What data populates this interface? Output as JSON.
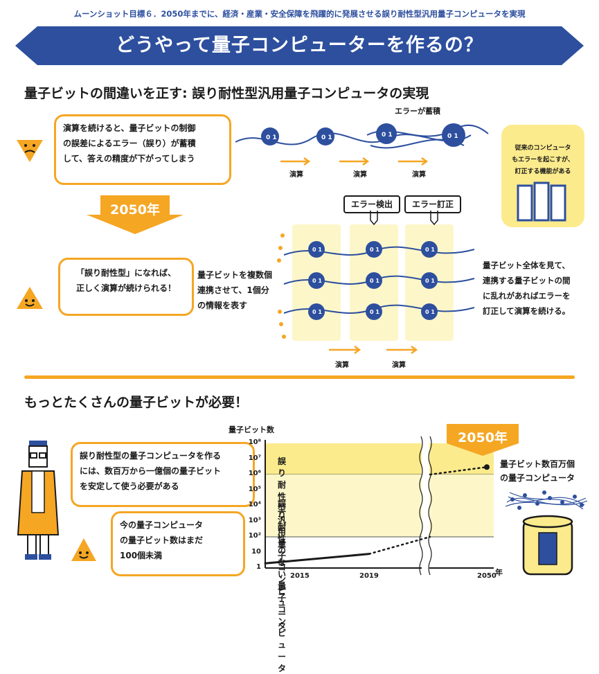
{
  "header": {
    "subtitle": "ムーンショット目標６．2050年までに、経済・産業・安全保障を飛躍的に発展させる誤り耐性型汎用量子コンピュータを実現",
    "title": "どうやって量子コンピューターを作るの？"
  },
  "section1": {
    "title": "量子ビットの間違いを正す: 誤り耐性型汎用量子コンピュータの実現",
    "bubble1": [
      "演算を続けると、量子ビットの制御",
      "の誤差によるエラー（誤り）が蓄積",
      "して、答えの精度が下がってしまう"
    ],
    "error_accumulation": "エラーが蓄積",
    "operation": "演算",
    "classical_note": [
      "従来のコンピュータ",
      "もエラーを起こすが、",
      "訂正する機能がある"
    ],
    "year_arrow": "2050年",
    "error_detect": "エラー検出",
    "error_correct": "エラー訂正",
    "bubble2": [
      "「誤り耐性型」になれば、",
      "正しく演算が続けられる！"
    ],
    "multi_qubit": [
      "量子ビットを複数個",
      "連携させて、1個分",
      "の情報を表す"
    ],
    "whole_view": [
      "量子ビット全体を見て、",
      "連携する量子ビットの間",
      "に乱れがあればエラーを",
      "訂正して演算を続ける。"
    ],
    "qubit_glyph": "0 1"
  },
  "section2": {
    "title": "もっとたくさんの量子ビットが必要！",
    "bubble3": [
      "誤り耐性型の量子コンピュータを作る",
      "には、数百万から一億個の量子ビット",
      "を安定して使う必要がある"
    ],
    "bubble4": [
      "今の量子コンピュータ",
      "の量子ビット数はまだ",
      "100個未満"
    ],
    "year_badge": "2050年",
    "million_label": [
      "量子ビット数百万個",
      "の量子コンピュータ"
    ]
  },
  "chart_data": {
    "type": "line",
    "ylabel": "量子ビット数",
    "xlabel": "年",
    "yscale": "log",
    "ylim": [
      1,
      100000000
    ],
    "y_ticks": [
      "1",
      "10",
      "10²",
      "10³",
      "10⁴",
      "10⁵",
      "10⁶",
      "10⁷",
      "10⁸"
    ],
    "x_ticks": [
      "2015",
      "2019",
      "2050"
    ],
    "bands": [
      {
        "label": "誤り耐性型汎用量子コンピュータ",
        "from": 1000000,
        "to": 100000000,
        "color": "#fbeb8c"
      },
      {
        "label": "誤り耐性のない量子コンピュータ",
        "from": 100,
        "to": 1000000,
        "color": "#fdf6c9"
      }
    ],
    "series": [
      {
        "style": "solid",
        "x": [
          2013,
          2019
        ],
        "y": [
          2,
          8
        ]
      },
      {
        "style": "dotted",
        "x": [
          2019,
          2028
        ],
        "y": [
          8,
          100
        ]
      },
      {
        "style": "dotted",
        "x": [
          2028,
          2050
        ],
        "y": [
          1000000,
          3000000
        ]
      }
    ],
    "axis_break_between": [
      2022,
      2028
    ]
  },
  "colors": {
    "navy": "#2d4f9e",
    "orange": "#f5a623",
    "yellow": "#fbeb8c",
    "pale": "#fdf6c9"
  }
}
